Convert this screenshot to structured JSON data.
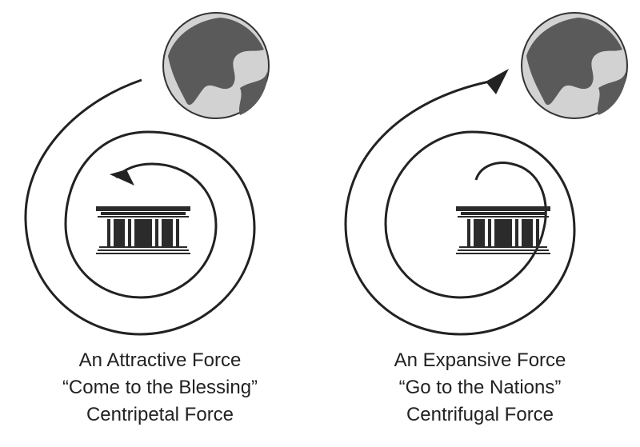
{
  "diagram": {
    "panels": [
      {
        "id": "centripetal",
        "caption": [
          "An Attractive Force",
          "“Come to the Blessing”",
          "Centripetal Force"
        ],
        "arrow_direction": "inward"
      },
      {
        "id": "centrifugal",
        "caption": [
          "An Expansive Force",
          "“Go to the Nations”",
          "Centrifugal Force"
        ],
        "arrow_direction": "outward"
      }
    ],
    "colors": {
      "line": "#222222",
      "globe_ocean": "#5a5a5a",
      "globe_land": "#d2d2d2",
      "temple": "#2b2b2b",
      "text": "#222222"
    }
  }
}
